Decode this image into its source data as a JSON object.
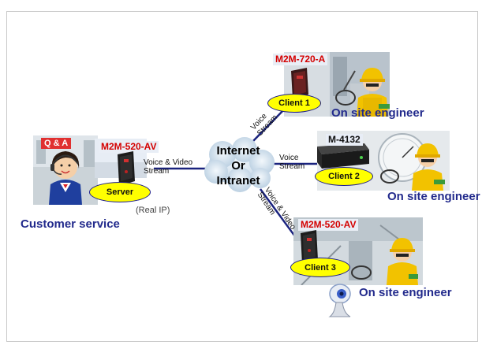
{
  "server": {
    "badge": "Q & A",
    "device": "M2M-520-AV",
    "node": "Server",
    "ip_note": "(Real IP)",
    "caption": "Customer service"
  },
  "network": {
    "line1": "Internet",
    "line2": "Or",
    "line3": "Intranet"
  },
  "links": {
    "server": [
      "Voice & Video",
      "Stream"
    ],
    "client1": [
      "Voice",
      "Stream"
    ],
    "client2": [
      "Voice",
      "Stream"
    ],
    "client3": [
      "Voice & Video",
      "Stream"
    ]
  },
  "clients": [
    {
      "device": "M2M-720-A",
      "node": "Client 1",
      "caption": "On site engineer"
    },
    {
      "device": "M-4132",
      "node": "Client 2",
      "caption": "On site engineer"
    },
    {
      "device": "M2M-520-AV",
      "node": "Client 3",
      "caption": "On site engineer"
    }
  ],
  "colors": {
    "line": "#1a237e",
    "node_fill": "#ffff00",
    "device_label": "#d40000",
    "caption": "#222a8c",
    "cloud": "#cfe0ee"
  }
}
